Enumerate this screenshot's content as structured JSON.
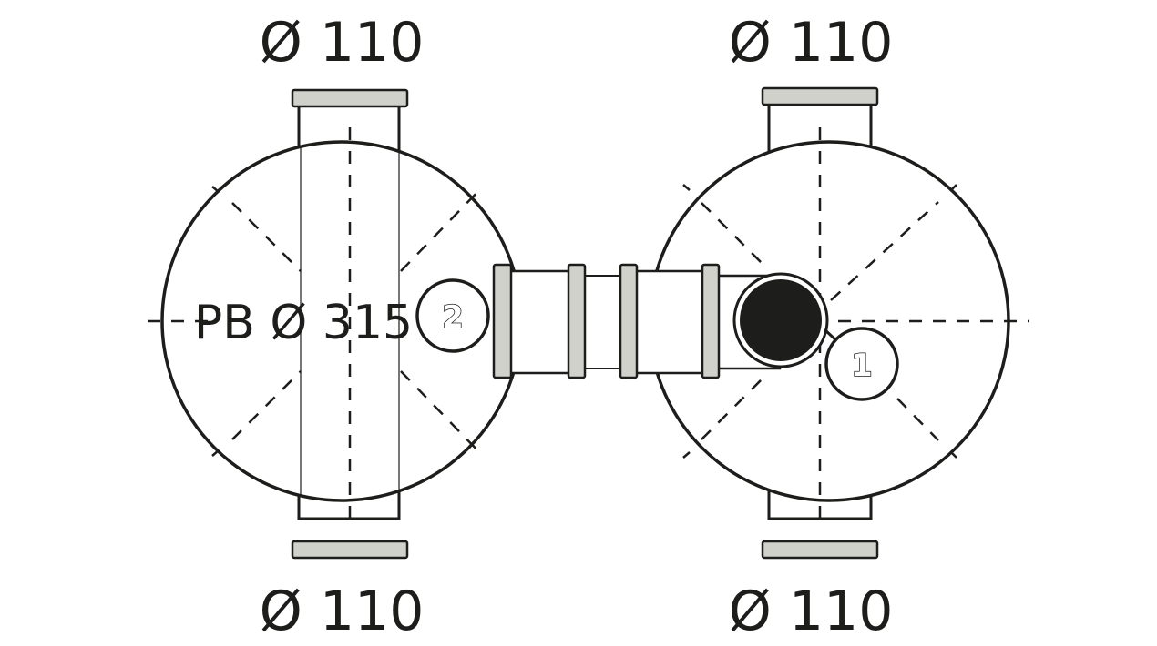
{
  "labels": {
    "top_left": "Ø 110",
    "top_right": "Ø 110",
    "bottom_left": "Ø 110",
    "bottom_right": "Ø 110",
    "center": "PB Ø 315"
  },
  "markers": {
    "left": "2",
    "right": "1"
  },
  "colors": {
    "line": "#1d1d1b",
    "flange": "#d1d1cc",
    "cover": "#1d1d1b",
    "background": "#ffffff"
  }
}
